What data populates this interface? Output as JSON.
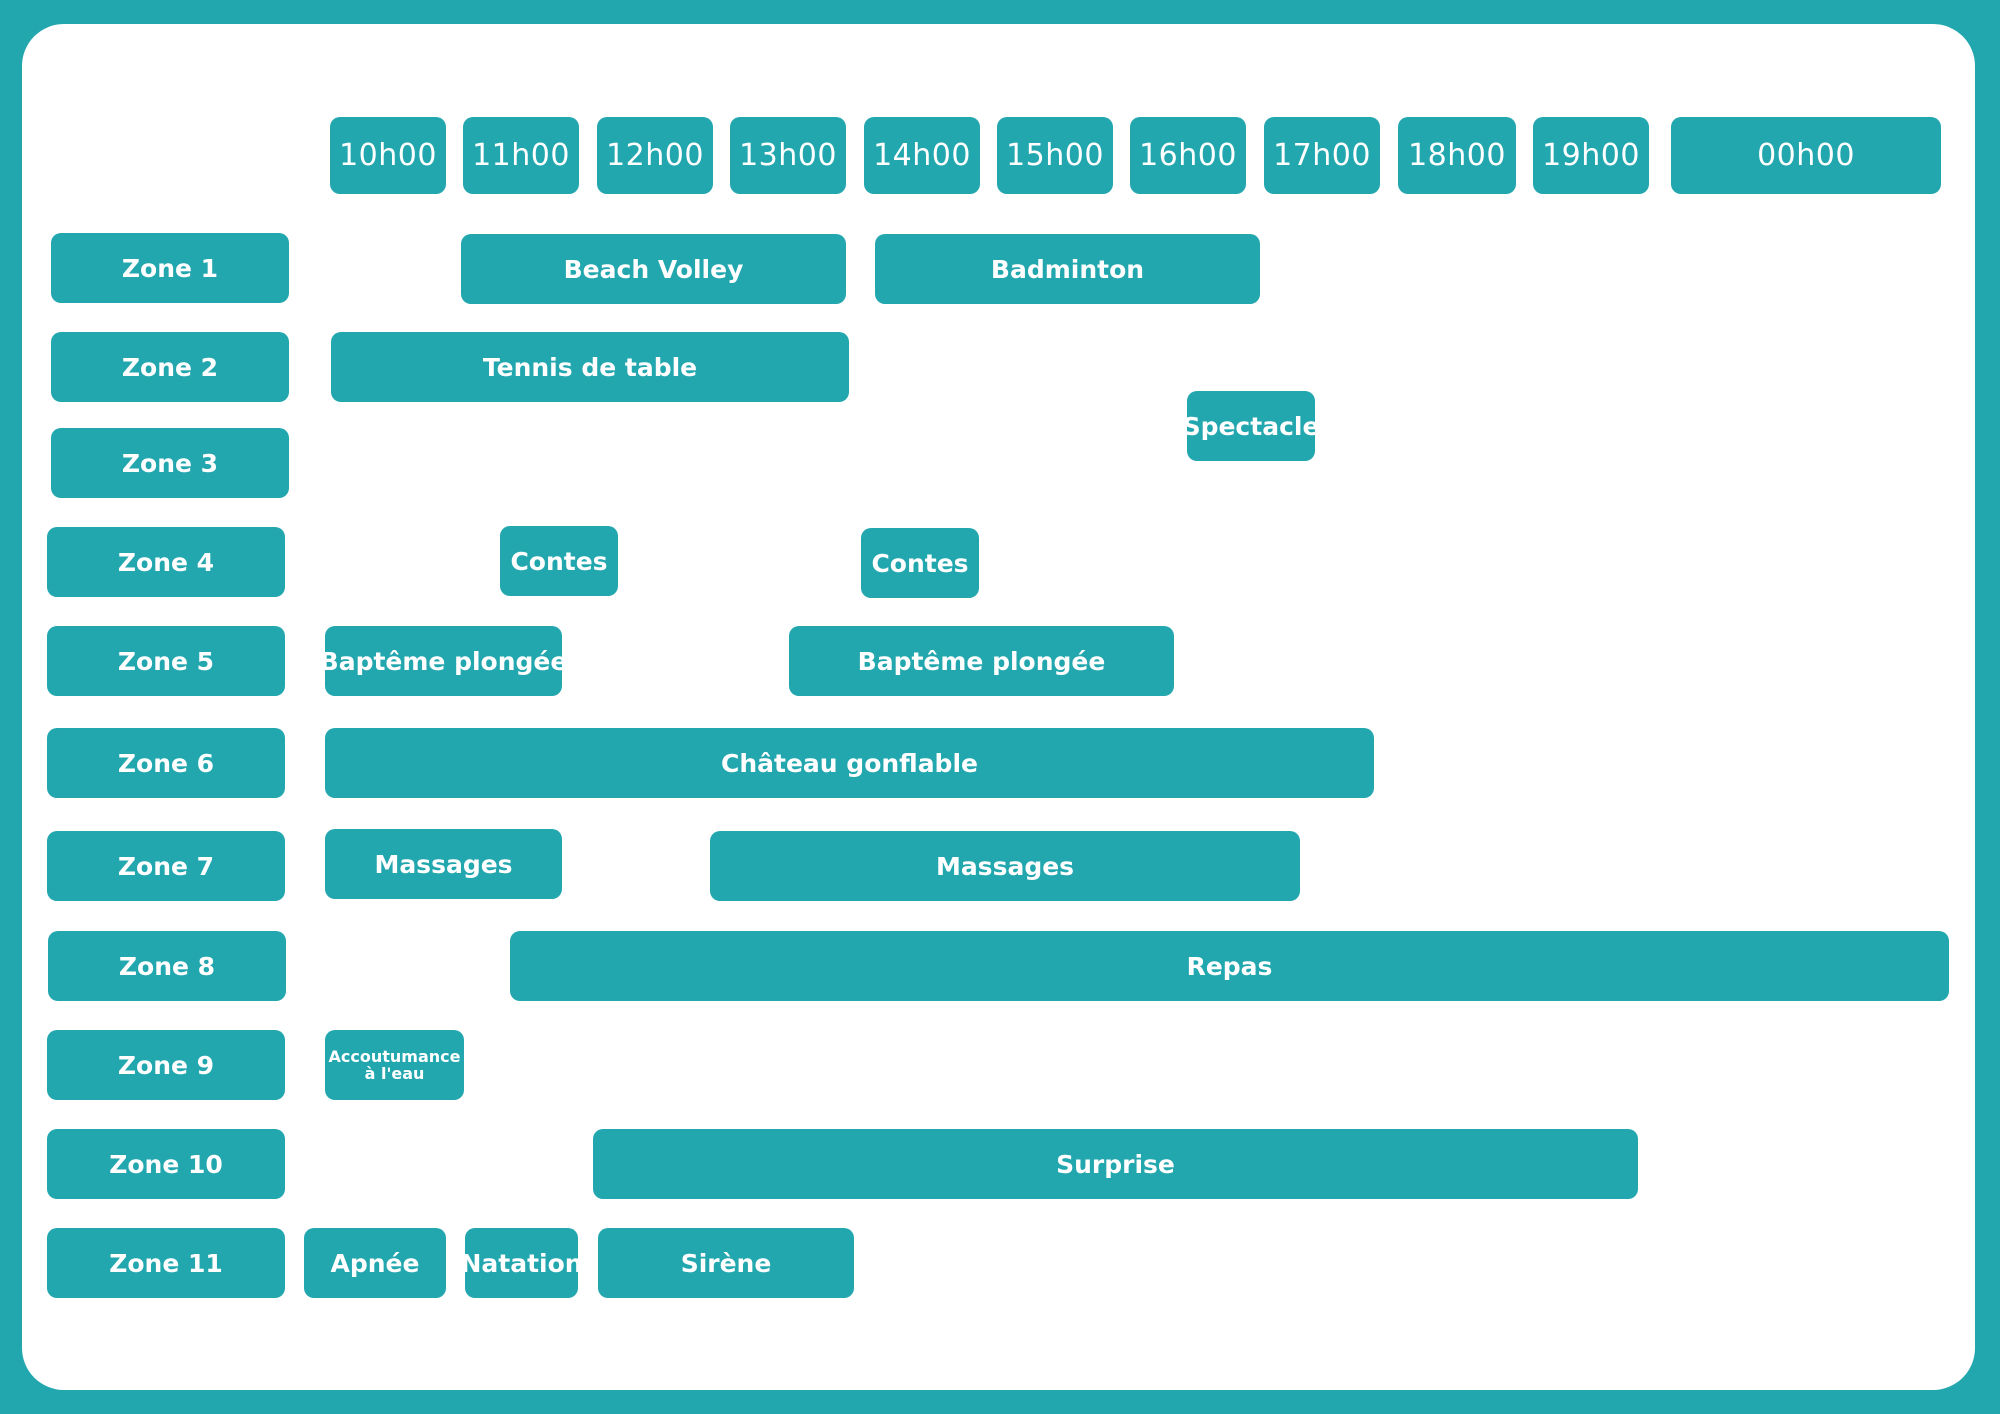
{
  "hours": [
    "10h00",
    "11h00",
    "12h00",
    "13h00",
    "14h00",
    "15h00",
    "16h00",
    "17h00",
    "18h00",
    "19h00",
    "00h00"
  ],
  "zones": [
    "Zone 1",
    "Zone 2",
    "Zone 3",
    "Zone 4",
    "Zone 5",
    "Zone 6",
    "Zone 7",
    "Zone 8",
    "Zone 9",
    "Zone 10",
    "Zone 11"
  ],
  "activities": [
    "Beach Volley",
    "Badminton",
    "Tennis de table",
    "Spectacle",
    "Contes",
    "Contes",
    "Baptême plongée",
    "Baptême plongée",
    "Château gonflable",
    "Massages",
    "Massages",
    "Repas",
    "Accoutumance à l'eau",
    "Surprise",
    "Apnée",
    "Natation",
    "Sirène"
  ],
  "colors": {
    "accent": "#22a7af",
    "background": "#ffffff"
  }
}
